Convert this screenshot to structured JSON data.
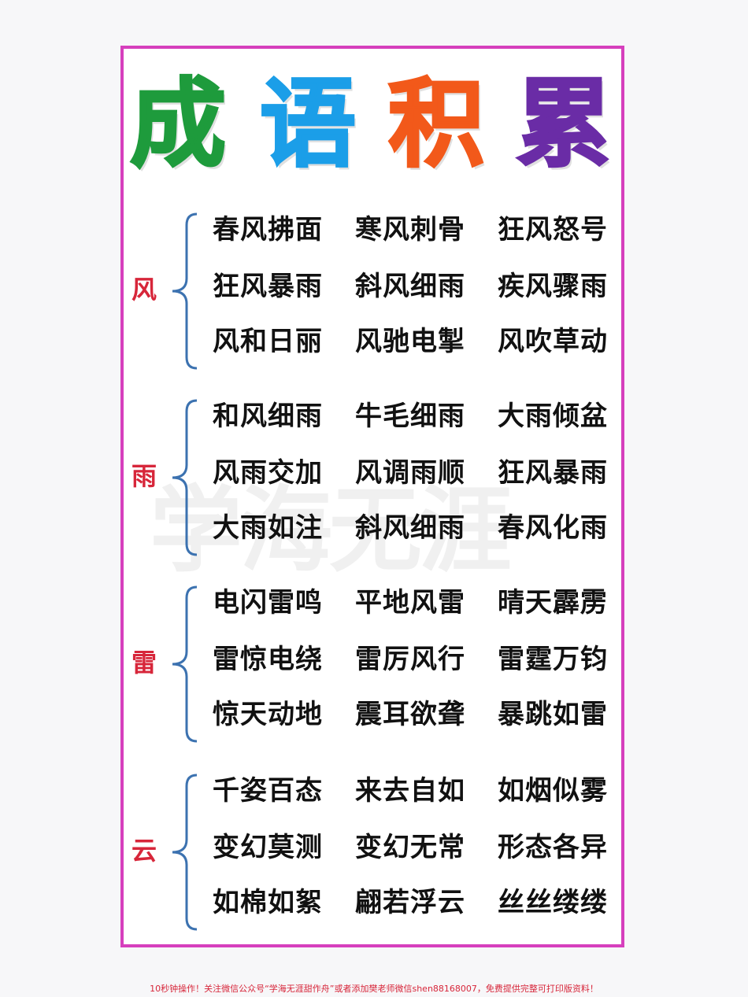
{
  "title": {
    "chars": [
      {
        "text": "成",
        "color": "#1e9b3c"
      },
      {
        "text": "语",
        "color": "#1b9ee8"
      },
      {
        "text": "积",
        "color": "#f2591a"
      },
      {
        "text": "累",
        "color": "#6a2ca6"
      }
    ]
  },
  "watermark": "学海无涯",
  "brace_color": "#3c72b0",
  "groups": [
    {
      "name": "风",
      "rows": [
        [
          "春风拂面",
          "寒风刺骨",
          "狂风怒号"
        ],
        [
          "狂风暴雨",
          "斜风细雨",
          "疾风骤雨"
        ],
        [
          "风和日丽",
          "风驰电掣",
          "风吹草动"
        ]
      ]
    },
    {
      "name": "雨",
      "rows": [
        [
          "和风细雨",
          "牛毛细雨",
          "大雨倾盆"
        ],
        [
          "风雨交加",
          "风调雨顺",
          "狂风暴雨"
        ],
        [
          "大雨如注",
          "斜风细雨",
          "春风化雨"
        ]
      ]
    },
    {
      "name": "雷",
      "rows": [
        [
          "电闪雷鸣",
          "平地风雷",
          "晴天霹雳"
        ],
        [
          "雷惊电绕",
          "雷厉风行",
          "雷霆万钧"
        ],
        [
          "惊天动地",
          "震耳欲聋",
          "暴跳如雷"
        ]
      ]
    },
    {
      "name": "云",
      "rows": [
        [
          "千姿百态",
          "来去自如",
          "如烟似雾"
        ],
        [
          "变幻莫测",
          "变幻无常",
          "形态各异"
        ],
        [
          "如棉如絮",
          "翩若浮云",
          "丝丝缕缕"
        ]
      ]
    }
  ],
  "footer": "10秒钟操作！关注微信公众号“学海无涯甜作舟”或者添加樊老师微信shen88168007，免费提供完整可打印版资料！"
}
